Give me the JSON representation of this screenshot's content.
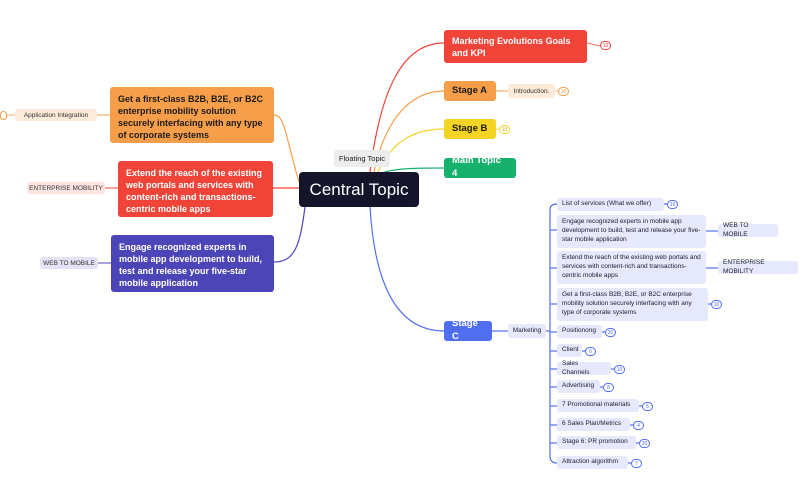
{
  "central": {
    "title": "Central Topic"
  },
  "floating": {
    "title": "Floating Topic"
  },
  "right_topics": [
    {
      "title": "Marketing Evolutions Goals and KPI",
      "badge": "10"
    },
    {
      "title": "Stage A",
      "note": "Introduction.",
      "badge": "10"
    },
    {
      "title": "Stage B",
      "badge": "10"
    },
    {
      "title": "Main Topic 4"
    }
  ],
  "left_topics": [
    {
      "title": "Get a first-class B2B, B2E, or B2C enterprise mobility solution securely interfacing with any type of corporate systems",
      "tag": "Application Integration"
    },
    {
      "title": "Extend the reach of the existing web portals and services with content-rich and transactions-centric mobile apps",
      "tag": "ENTERPRISE MOBILITY"
    },
    {
      "title": "Engage recognized experts in mobile app development to build, test and release your five-star mobile application",
      "tag": "WEB TO MOBILE"
    }
  ],
  "stage_c": {
    "title": "Stage C",
    "marketing": "Marketing",
    "items": [
      {
        "text": "List of services (What we offer)",
        "badge": "10"
      },
      {
        "text": "Engage recognized experts in mobile app development to build, test and release your five-star mobile application",
        "tag": "WEB TO MOBILE"
      },
      {
        "text": "Extend the reach of the existing web portals and services with content-rich and transactions-centric mobile apps",
        "tag": "ENTERPRISE MOBILITY"
      },
      {
        "text": "Get a first-class B2B, B2E, or B2C enterprise mobility solution securely interfacing with any type of corporate systems",
        "badge": "10"
      },
      {
        "text": "Positionong",
        "badge": "20"
      },
      {
        "text": "Client",
        "badge": "6"
      },
      {
        "text": "Sales Channels",
        "badge": "10"
      },
      {
        "text": "Advertising",
        "badge": "8"
      },
      {
        "text": "7 Promotional materials",
        "badge": "5"
      },
      {
        "text": "6 Sales Plan/Metrics",
        "badge": "4"
      },
      {
        "text": "Stage 6: PR promotion",
        "badge": "20"
      },
      {
        "text": "Attraction algorithm",
        "badge": "7"
      }
    ]
  },
  "colors": {
    "central": "#14142b",
    "red": "#f04438",
    "orange": "#f79e4a",
    "yellow": "#f3d324",
    "green": "#16b26d",
    "purple": "#4b45b8",
    "blue": "#4f6ef0",
    "sub_bg": "#e6e9fb"
  }
}
